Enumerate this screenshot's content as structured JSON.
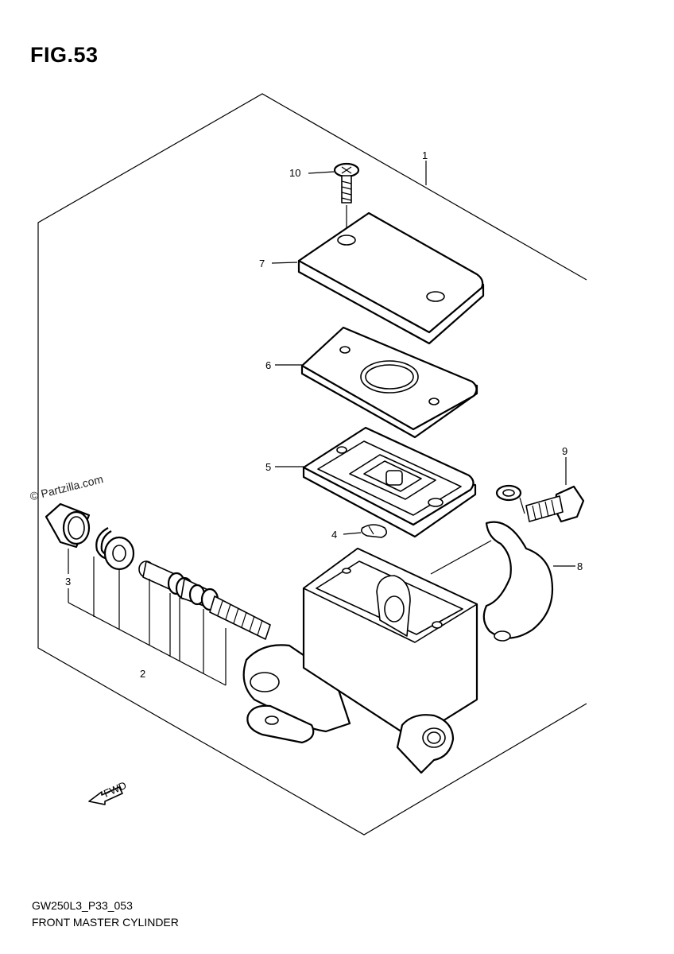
{
  "figure": {
    "title": "FIG.53",
    "code": "GW250L3_P33_053",
    "caption": "FRONT MASTER CYLINDER",
    "watermark": "© Partzilla.com",
    "fwd_mark": "FWD"
  },
  "callouts": [
    {
      "id": "c1",
      "label": "1"
    },
    {
      "id": "c2",
      "label": "2"
    },
    {
      "id": "c3",
      "label": "3"
    },
    {
      "id": "c4",
      "label": "4"
    },
    {
      "id": "c5",
      "label": "5"
    },
    {
      "id": "c6",
      "label": "6"
    },
    {
      "id": "c7",
      "label": "7"
    },
    {
      "id": "c8",
      "label": "8"
    },
    {
      "id": "c9",
      "label": "9"
    },
    {
      "id": "c10",
      "label": "10"
    }
  ]
}
